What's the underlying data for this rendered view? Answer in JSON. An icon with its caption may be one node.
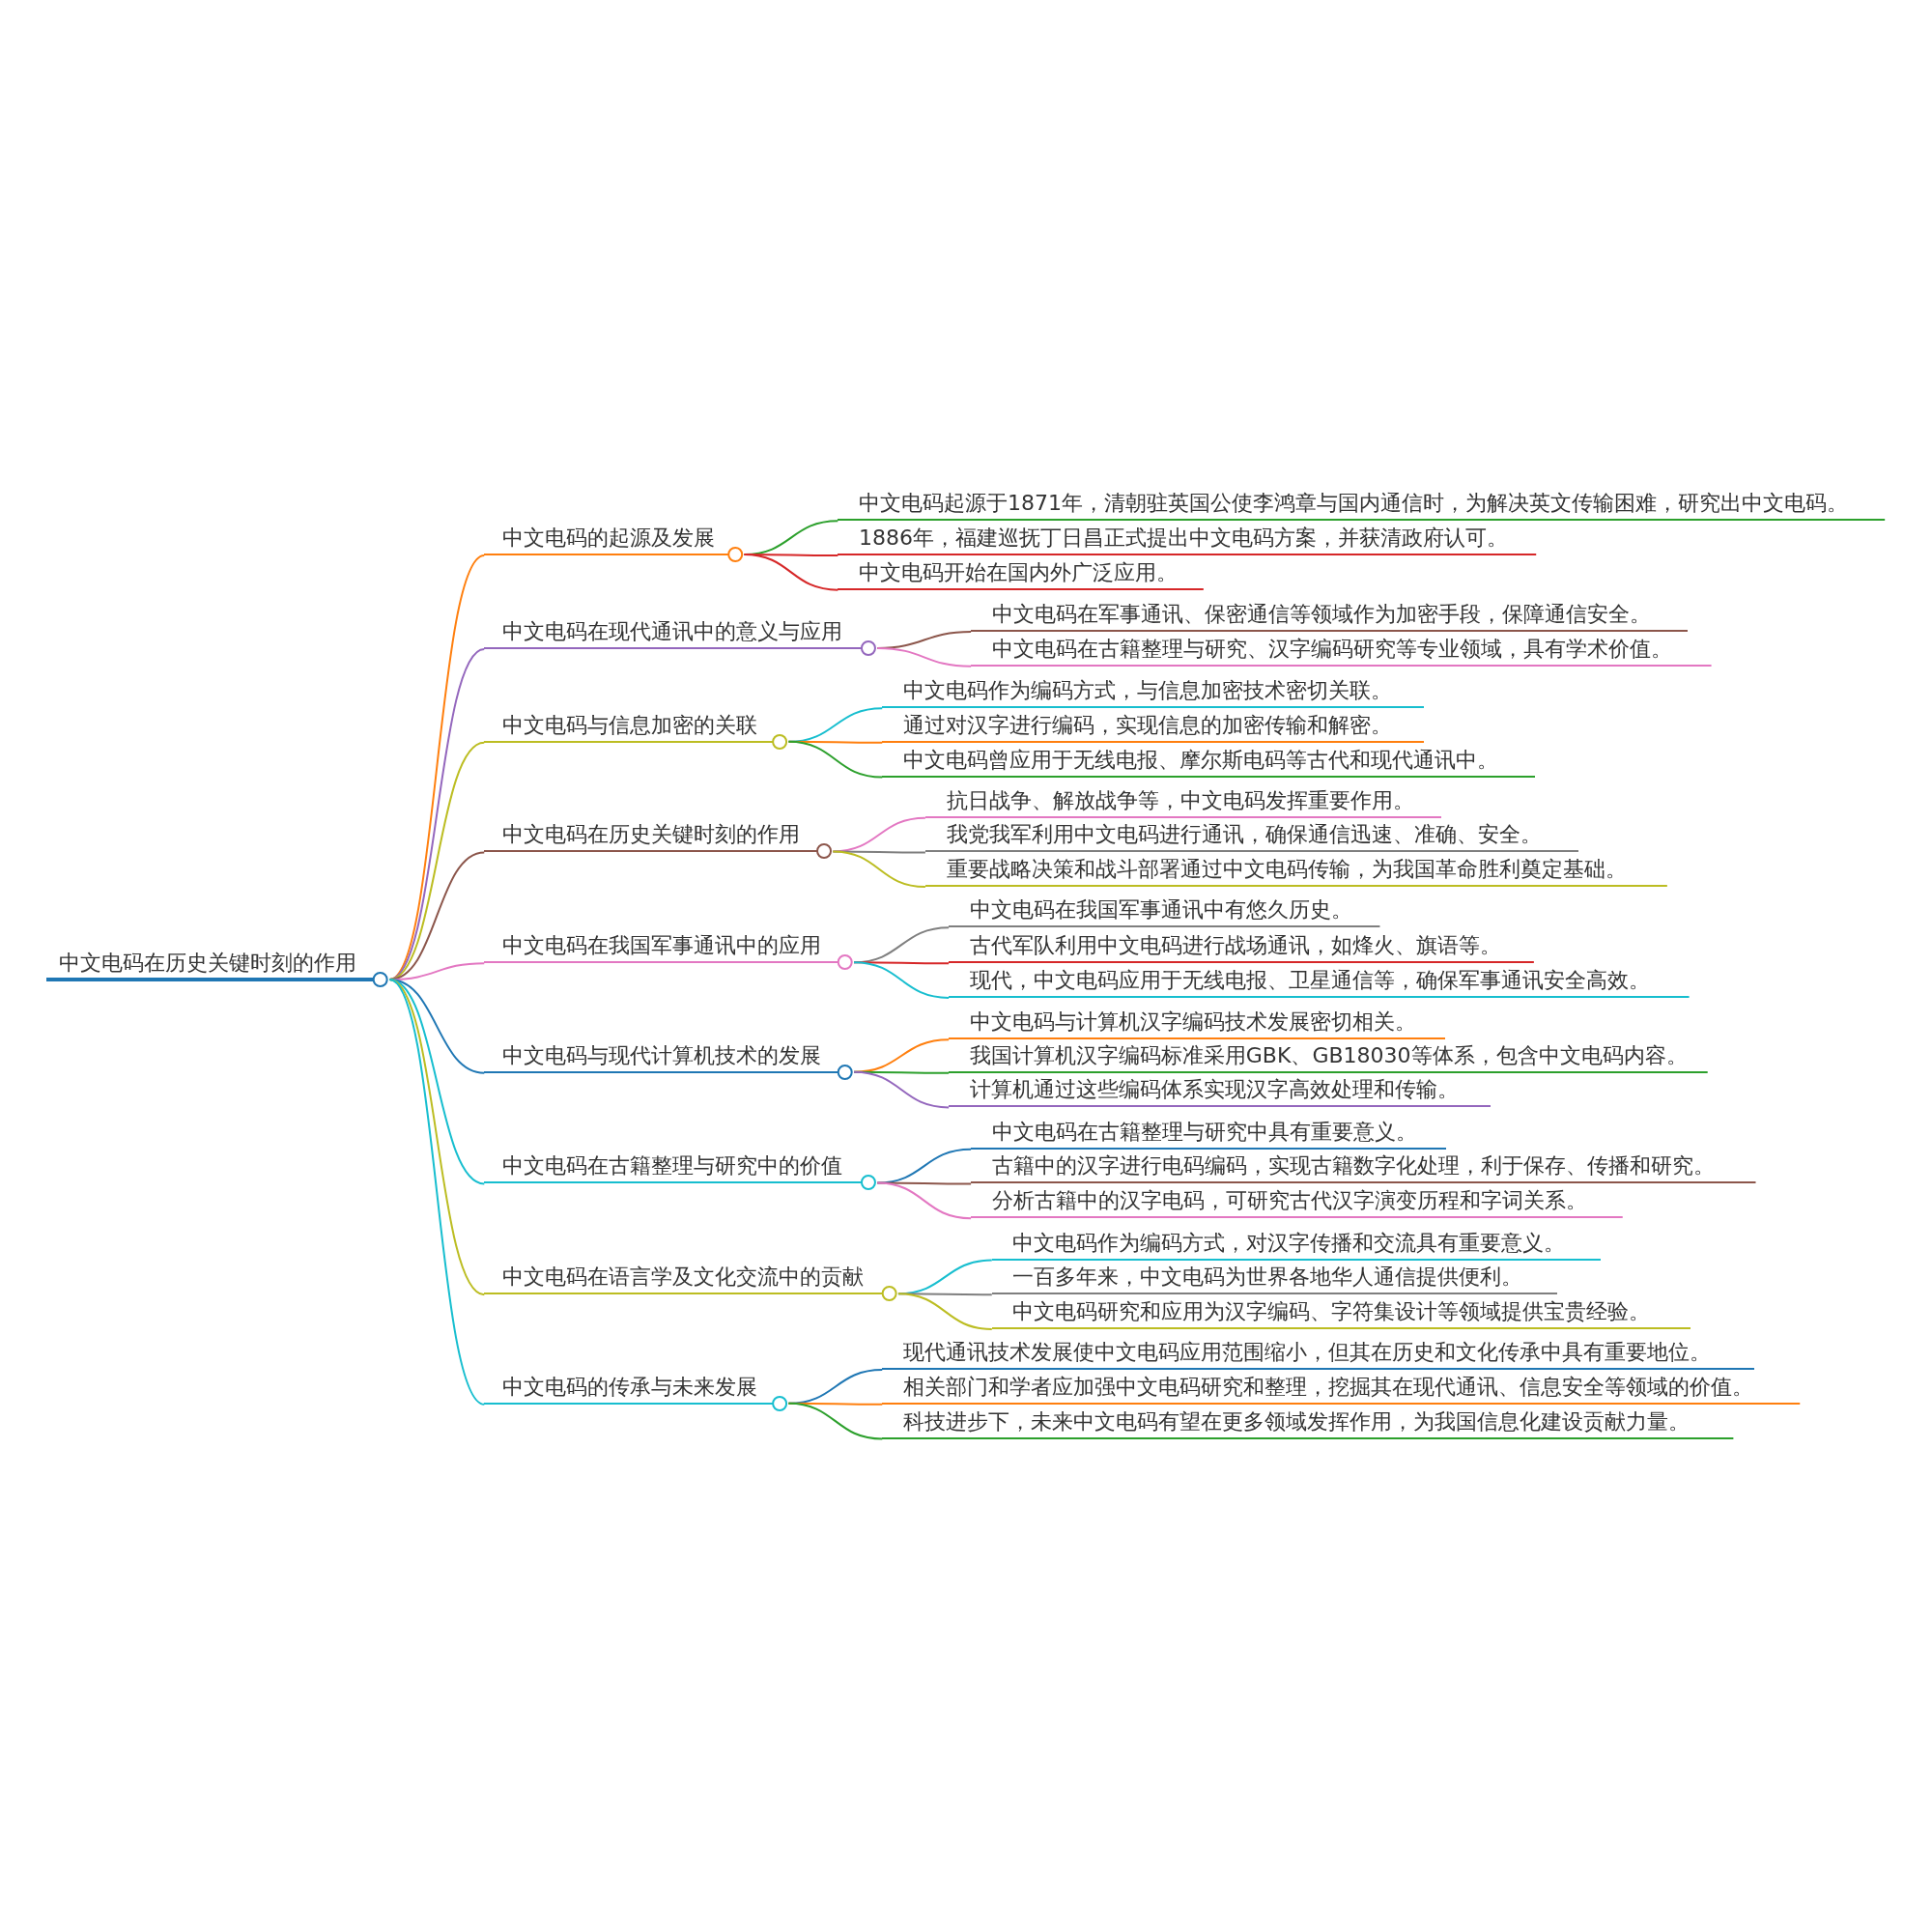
{
  "diagram": {
    "nodes": [
      {
        "text": [
          "中文电码在历史关键时刻的作用"
        ]
      },
      {
        "text": [
          "中文电码的起源及发展"
        ]
      },
      {
        "text": [
          "中文电码起源于1871年，清朝驻英国公使李鸿章与国内通信时，为解决英文传输困难，研究出中文电码。"
        ]
      },
      {
        "text": [
          "1886年，福建巡抚丁日昌正式提出中文电码方案，并获清政府认可。"
        ]
      },
      {
        "text": [
          "中文电码开始在国内外广泛应用。"
        ]
      },
      {
        "text": [
          "中文电码在现代通讯中的意义与应用"
        ]
      },
      {
        "text": [
          "中文电码在军事通讯、保密通信等领域作为加密手段，保障通信安全。"
        ]
      },
      {
        "text": [
          "中文电码在古籍整理与研究、汉字编码研究等专业领域，具有学术价值。"
        ]
      },
      {
        "text": [
          "中文电码与信息加密的关联"
        ]
      },
      {
        "text": [
          "中文电码作为编码方式，与信息加密技术密切关联。"
        ]
      },
      {
        "text": [
          "通过对汉字进行编码，实现信息的加密传输和解密。"
        ]
      },
      {
        "text": [
          "中文电码曾应用于无线电报、摩尔斯电码等古代和现代通讯中。"
        ]
      },
      {
        "text": [
          "中文电码在历史关键时刻的作用"
        ]
      },
      {
        "text": [
          "抗日战争、解放战争等，中文电码发挥重要作用。"
        ]
      },
      {
        "text": [
          "我党我军利用中文电码进行通讯，确保通信迅速、准确、安全。"
        ]
      },
      {
        "text": [
          "重要战略决策和战斗部署通过中文电码传输，为我国革命胜利奠定基础。"
        ]
      },
      {
        "text": [
          "中文电码在我国军事通讯中的应用"
        ]
      },
      {
        "text": [
          "中文电码在我国军事通讯中有悠久历史。"
        ]
      },
      {
        "text": [
          "古代军队利用中文电码进行战场通讯，如烽火、旗语等。"
        ]
      },
      {
        "text": [
          "现代，中文电码应用于无线电报、卫星通信等，确保军事通讯安全高效。"
        ]
      },
      {
        "text": [
          "中文电码与现代计算机技术的发展"
        ]
      },
      {
        "text": [
          "中文电码与计算机汉字编码技术发展密切相关。"
        ]
      },
      {
        "text": [
          "我国计算机汉字编码标准采用GBK、GB18030等体系，包含中文电码内容。"
        ]
      },
      {
        "text": [
          "计算机通过这些编码体系实现汉字高效处理和传输。"
        ]
      },
      {
        "text": [
          "中文电码在古籍整理与研究中的价值"
        ]
      },
      {
        "text": [
          "中文电码在古籍整理与研究中具有重要意义。"
        ]
      },
      {
        "text": [
          "古籍中的汉字进行电码编码，实现古籍数字化处理，利于保存、传播和研究。"
        ]
      },
      {
        "text": [
          "分析古籍中的汉字电码，可研究古代汉字演变历程和字词关系。"
        ]
      },
      {
        "text": [
          "中文电码在语言学及文化交流中的贡献"
        ]
      },
      {
        "text": [
          "中文电码作为编码方式，对汉字传播和交流具有重要意义。"
        ]
      },
      {
        "text": [
          "一百多年来，中文电码为世界各地华人通信提供便利。"
        ]
      },
      {
        "text": [
          "中文电码研究和应用为汉字编码、字符集设计等领域提供宝贵经验。"
        ]
      },
      {
        "text": [
          "中文电码的传承与未来发展"
        ]
      },
      {
        "text": [
          "现代通讯技术发展使中文电码应用范围缩小，但其在历史和文化传承中具有重要地位。"
        ]
      },
      {
        "text": [
          "相关部门和学者应加强中文电码研究和整理，挖掘其在现代通讯、信息安全等领域的价值。"
        ]
      },
      {
        "text": [
          "科技进步下，未来中文电码有望在更多领域发挥作用，为我国信息化建设贡献力量。"
        ]
      }
    ],
    "edges": [
      {
        "from": 0,
        "to": 1,
        "arrow": "none",
        "color": "#ff7f0e"
      },
      {
        "from": 1,
        "to": 2,
        "arrow": "none",
        "color": "#2ca02c"
      },
      {
        "from": 1,
        "to": 3,
        "arrow": "none",
        "color": "#d62728"
      },
      {
        "from": 1,
        "to": 4,
        "arrow": "none",
        "color": "#d62728"
      },
      {
        "from": 0,
        "to": 5,
        "arrow": "none",
        "color": "#9467bd"
      },
      {
        "from": 5,
        "to": 6,
        "arrow": "none",
        "color": "#8c564b"
      },
      {
        "from": 5,
        "to": 7,
        "arrow": "none",
        "color": "#e377c2"
      },
      {
        "from": 0,
        "to": 8,
        "arrow": "none",
        "color": "#bcbd22"
      },
      {
        "from": 8,
        "to": 9,
        "arrow": "none",
        "color": "#17becf"
      },
      {
        "from": 8,
        "to": 10,
        "arrow": "none",
        "color": "#ff7f0e"
      },
      {
        "from": 8,
        "to": 11,
        "arrow": "none",
        "color": "#2ca02c"
      },
      {
        "from": 0,
        "to": 12,
        "arrow": "none",
        "color": "#8c564b"
      },
      {
        "from": 12,
        "to": 13,
        "arrow": "none",
        "color": "#e377c2"
      },
      {
        "from": 12,
        "to": 14,
        "arrow": "none",
        "color": "#7f7f7f"
      },
      {
        "from": 12,
        "to": 15,
        "arrow": "none",
        "color": "#bcbd22"
      },
      {
        "from": 0,
        "to": 16,
        "arrow": "none",
        "color": "#e377c2"
      },
      {
        "from": 16,
        "to": 17,
        "arrow": "none",
        "color": "#7f7f7f"
      },
      {
        "from": 16,
        "to": 18,
        "arrow": "none",
        "color": "#d62728"
      },
      {
        "from": 16,
        "to": 19,
        "arrow": "none",
        "color": "#17becf"
      },
      {
        "from": 0,
        "to": 20,
        "arrow": "none",
        "color": "#1f77b4"
      },
      {
        "from": 20,
        "to": 21,
        "arrow": "none",
        "color": "#ff7f0e"
      },
      {
        "from": 20,
        "to": 22,
        "arrow": "none",
        "color": "#2ca02c"
      },
      {
        "from": 20,
        "to": 23,
        "arrow": "none",
        "color": "#9467bd"
      },
      {
        "from": 0,
        "to": 24,
        "arrow": "none",
        "color": "#17becf"
      },
      {
        "from": 24,
        "to": 25,
        "arrow": "none",
        "color": "#1f77b4"
      },
      {
        "from": 24,
        "to": 26,
        "arrow": "none",
        "color": "#8c564b"
      },
      {
        "from": 24,
        "to": 27,
        "arrow": "none",
        "color": "#e377c2"
      },
      {
        "from": 0,
        "to": 28,
        "arrow": "none",
        "color": "#bcbd22"
      },
      {
        "from": 28,
        "to": 29,
        "arrow": "none",
        "color": "#17becf"
      },
      {
        "from": 28,
        "to": 30,
        "arrow": "none",
        "color": "#7f7f7f"
      },
      {
        "from": 28,
        "to": 31,
        "arrow": "none",
        "color": "#bcbd22"
      },
      {
        "from": 0,
        "to": 32,
        "arrow": "none",
        "color": "#17becf"
      },
      {
        "from": 32,
        "to": 33,
        "arrow": "none",
        "color": "#1f77b4"
      },
      {
        "from": 32,
        "to": 34,
        "arrow": "none",
        "color": "#ff7f0e"
      },
      {
        "from": 32,
        "to": 35,
        "arrow": "none",
        "color": "#2ca02c"
      }
    ]
  }
}
